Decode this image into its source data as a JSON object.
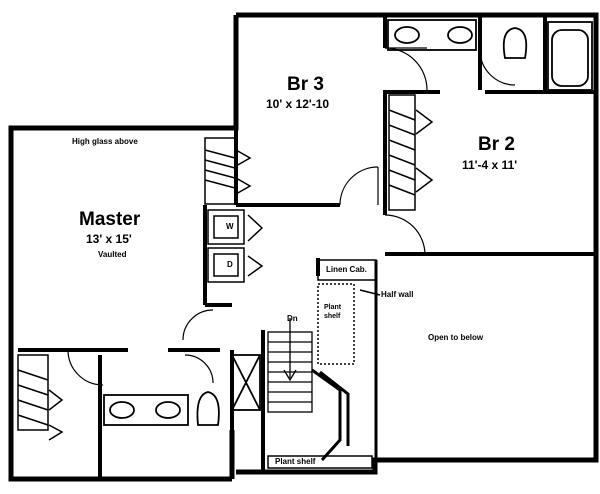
{
  "rooms": {
    "br3": {
      "name": "Br 3",
      "size": "10' x 12'-10"
    },
    "br2": {
      "name": "Br 2",
      "size": "11'-4 x 11'"
    },
    "master": {
      "name": "Master",
      "size": "13' x 15'",
      "note": "Vaulted"
    }
  },
  "notes": {
    "high_glass": "High glass above",
    "linen": "Linen Cab.",
    "half_wall": "Half wall",
    "plant_shelf_line1": "Plant",
    "plant_shelf_line2": "shelf",
    "open_to_below": "Open to below",
    "down": "Dn",
    "plant_shelf_bottom": "Plant shelf",
    "washer": "W",
    "dryer": "D"
  }
}
